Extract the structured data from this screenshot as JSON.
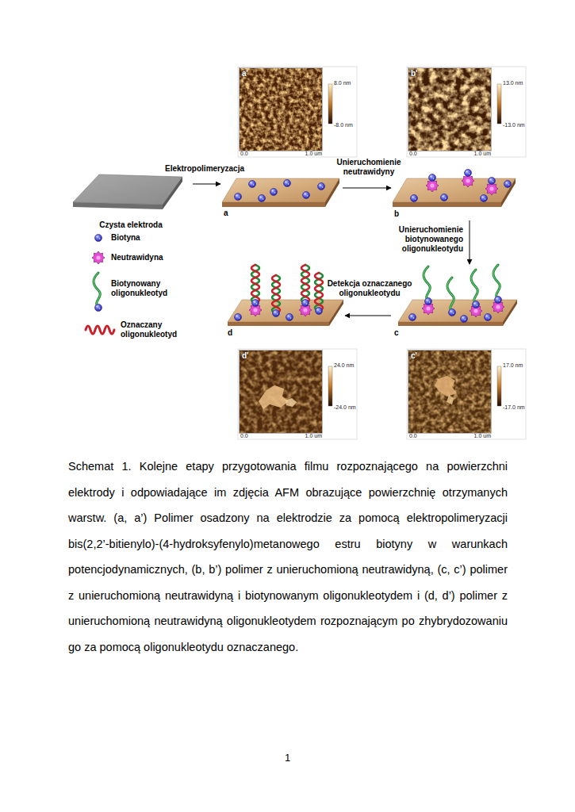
{
  "diagram": {
    "caption": "Schemat 1. Kolejne etapy przygotowania filmu rozpoznającego na powierzchni elektrody i odpowiadające im zdjęcia AFM obrazujące powierzchnię otrzymanych warstw. (a, a’) Polimer osadzony na elektrodzie za pomocą elektropolimeryzacji bis(2,2’-bitienylo)-(4-hydroksyfenylo)metanowego estru biotyny w warunkach potencjodynamicznych, (b, b’) polimer z unieruchomioną neutrawidyną, (c, c’) polimer z unieruchomioną neutrawidyną i biotynowanym oligonukleotydem i (d, d’) polimer z unieruchomioną neutrawidyną oligonukleotydem rozpoznającym po zhybrydozowaniu go za pomocą oligonukleotydu oznaczanego.",
    "nodes": [
      {
        "text": [
          "a'",
          "8.0 nm",
          "-8.0 nm",
          "0.0",
          "1.0 um"
        ]
      },
      {
        "text": [
          "b'",
          "13.0 nm",
          "-13.0 nm",
          "0.0",
          "1.0 um"
        ]
      },
      {
        "text": [
          "Czysta elektroda"
        ]
      },
      {
        "text": [
          "a"
        ]
      },
      {
        "text": [
          "b"
        ]
      },
      {
        "text": [
          "d"
        ]
      },
      {
        "text": [
          "c"
        ]
      },
      {
        "text": [
          "d'",
          "24.0 nm",
          "-24.0 nm",
          "0.0",
          "1.0 um"
        ]
      },
      {
        "text": [
          "c'",
          "17.0 nm",
          "-17.0 nm",
          "0.0",
          "1.0 um"
        ]
      }
    ],
    "edges": [
      {
        "from": 2,
        "to": 3,
        "arrow": "to",
        "label": "Elektropolimeryzacja"
      },
      {
        "from": 3,
        "to": 4,
        "arrow": "to",
        "label": "Unieruchomienie neutrawidyny"
      },
      {
        "from": 4,
        "to": 6,
        "arrow": "to",
        "label": "Unieruchomienie biotynowanego oligonukleotydu"
      },
      {
        "from": 6,
        "to": 5,
        "arrow": "to",
        "label": "Detekcja oznaczanego oligonukleotydu"
      }
    ],
    "labels": [
      "1"
    ],
    "legend": [
      {
        "text": "Biotyna"
      },
      {
        "text": "Neutrawidyna"
      },
      {
        "text": "Biotynowany oligonukleotyd"
      },
      {
        "text": "Oznaczany oligonukleotyd"
      }
    ]
  }
}
